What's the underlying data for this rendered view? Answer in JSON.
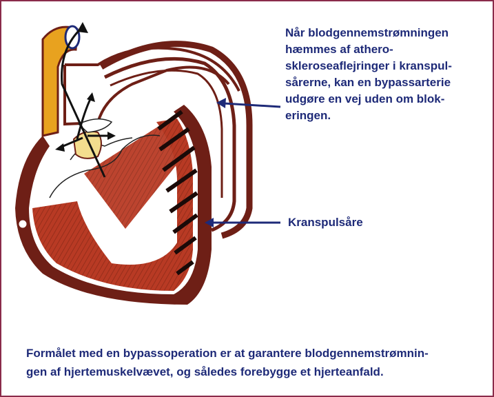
{
  "colors": {
    "frame": "#8a2b4a",
    "text": "#1e2a78",
    "heart_wall": "#6e1f16",
    "muscle": "#b83a24",
    "aorta": "#e8a21f",
    "valve": "#f3dd8e",
    "arrow": "#1e2a78"
  },
  "callouts": {
    "bypass_lines": [
      "Når blodgennemstrømningen",
      "hæmmes af athero-",
      "skleroseaflejringer i kranspul-",
      "sårerne, kan en bypassarterie",
      "udgøre en vej uden om blok-",
      "eringen."
    ],
    "coronary_artery": "Kranspulsåre"
  },
  "caption_lines": [
    "Formålet med en bypassoperation er at garantere blodgennemstrømnin-",
    "gen af hjertemuskelvævet, og således forebygge et hjerteanfald."
  ]
}
